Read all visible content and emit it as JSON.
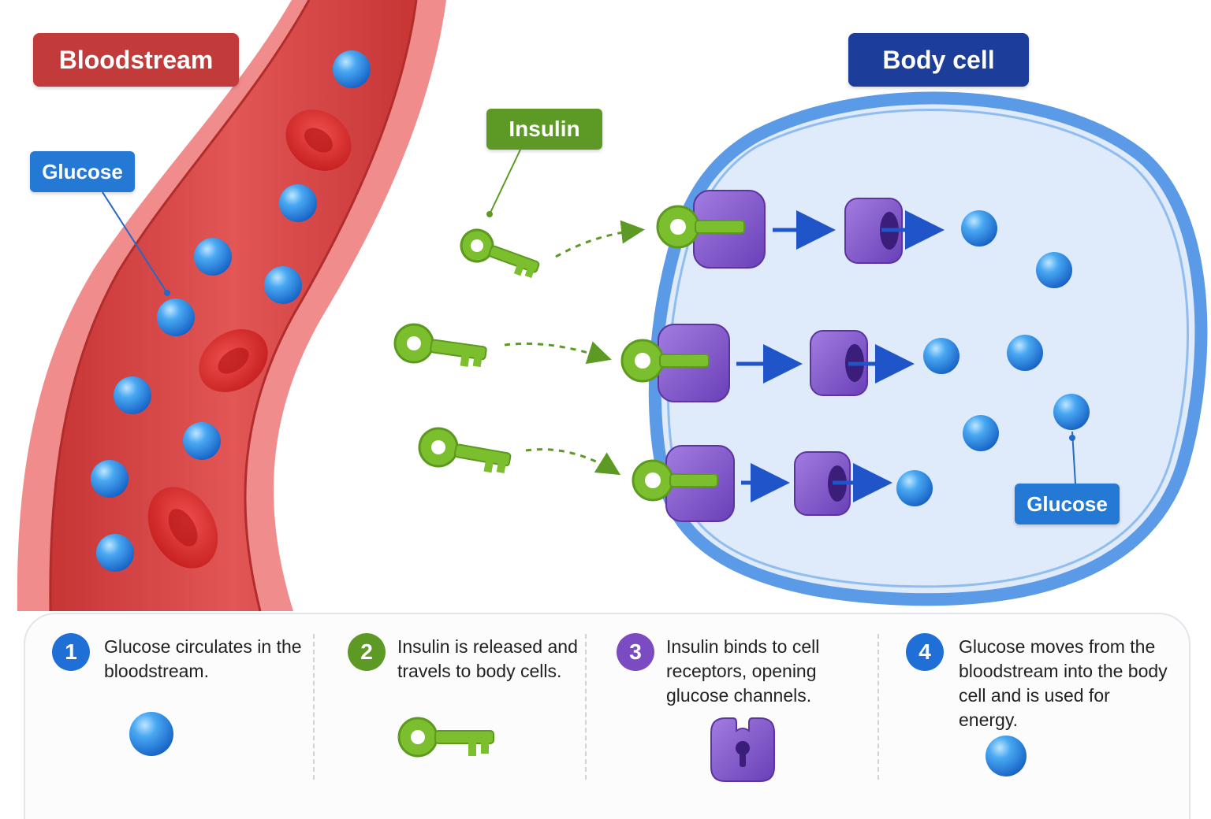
{
  "labels": {
    "bloodstream": "Bloodstream",
    "body_cell": "Body cell",
    "insulin": "Insulin",
    "glucose_left": "Glucose",
    "glucose_right": "Glucose"
  },
  "steps": [
    {
      "number": "1",
      "text": "Glucose circulates in the bloodstream.",
      "color": "#1f6fd6",
      "icon": "glucose-molecule-icon"
    },
    {
      "number": "2",
      "text": "Insulin is released and travels to body cells.",
      "color": "#5d9a25",
      "icon": "insulin-key-icon"
    },
    {
      "number": "3",
      "text": "Insulin binds to cell receptors, opening glucose channels.",
      "color": "#7b4bc2",
      "icon": "receptor-lock-icon"
    },
    {
      "number": "4",
      "text": "Glucose moves from the bloodstream into the body cell and is used for energy.",
      "color": "#1f6fd6",
      "icon": "glucose-molecule-icon"
    }
  ],
  "colors": {
    "blood_vessel": "#d9403f",
    "red_blood_cell": "#d82a2a",
    "glucose": "#2f8ee8",
    "insulin": "#7bbf2e",
    "receptor": "#8a5fd0",
    "cell_membrane": "#5b9ae6",
    "cell_interior": "#dfeafa"
  }
}
